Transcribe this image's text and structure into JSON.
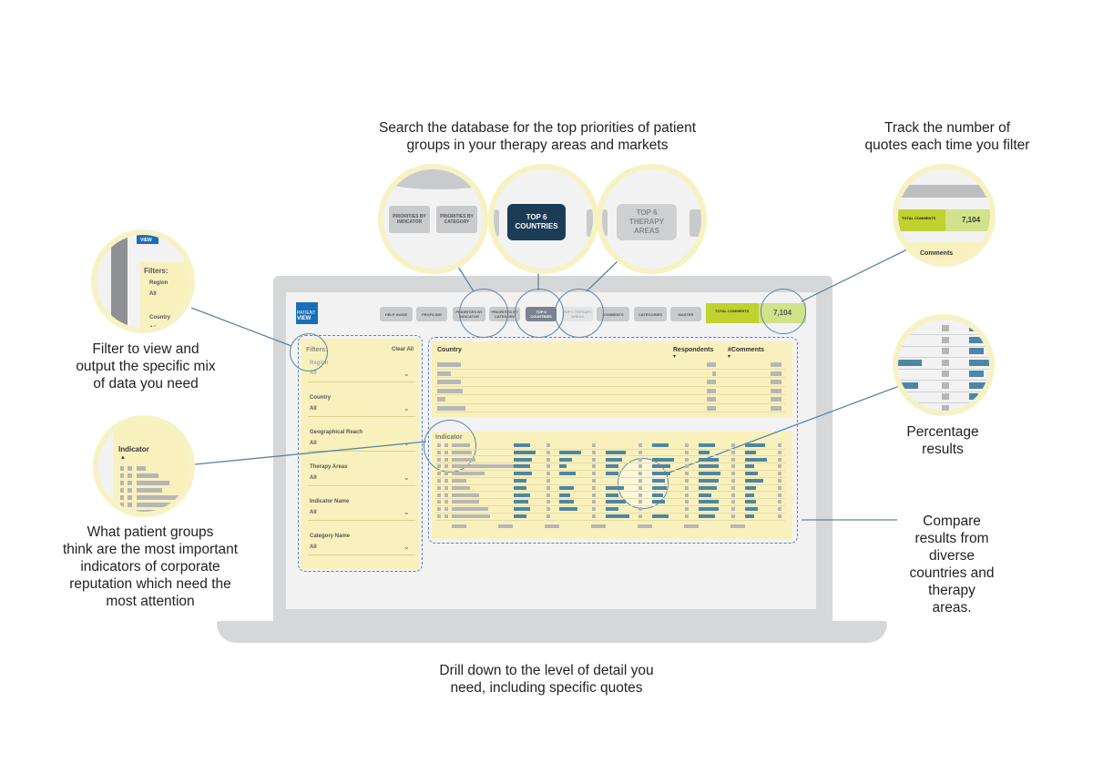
{
  "callouts": {
    "search": [
      "Search the database for the top priorities of patient",
      "groups in your therapy areas and markets"
    ],
    "track": [
      "Track the number of",
      "quotes each time you filter"
    ],
    "filter": [
      "Filter to view and",
      "output the specific mix",
      "of data you need"
    ],
    "indicators": [
      "What patient groups",
      "think are the most important",
      "indicators of corporate",
      "reputation which need the",
      "most attention"
    ],
    "percentage": [
      "Percentage",
      "results"
    ],
    "compare": [
      "Compare",
      "results from",
      "diverse",
      "countries and",
      "therapy",
      "areas."
    ],
    "drill": [
      "Drill down to the level of detail you",
      "need, including specific quotes"
    ]
  },
  "app": {
    "logo": {
      "line1": "PATIENT",
      "line2": "VIEW"
    },
    "nav": [
      {
        "label": "HELP GUIDE"
      },
      {
        "label": "PROFILING"
      },
      {
        "label": "PRIORITIES BY INDICATOR"
      },
      {
        "label": "PRIORITIES BY CATEGORY"
      },
      {
        "label": "TOP 6 COUNTRIES"
      },
      {
        "label": "TOP 6 THERAPY AREAS"
      },
      {
        "label": "COMMENTS"
      },
      {
        "label": "CATEGORIES"
      },
      {
        "label": "MASTER"
      }
    ],
    "total": {
      "label": "TOTAL COMMENTS",
      "value": "7,104"
    },
    "filters": {
      "title": "Filters:",
      "clear": "Clear All",
      "items": [
        {
          "label": "Region",
          "value": "All"
        },
        {
          "label": "Country",
          "value": "All"
        },
        {
          "label": "Geographical Reach",
          "value": "All"
        },
        {
          "label": "Therapy Areas",
          "value": "All"
        },
        {
          "label": "Indicator Name",
          "value": "All"
        },
        {
          "label": "Category Name",
          "value": "All"
        }
      ]
    },
    "country_table": {
      "col1": "Country",
      "col2": "Respondents",
      "col3": "#Comments"
    },
    "indicator_table": {
      "col1": "Indicator"
    }
  },
  "zooms": {
    "nav": {
      "btn1": "PRIORITIES BY INDICATOR",
      "btn2": "PRIORITIES BY CATEGORY",
      "btn3": "TOP 6 COUNTRIES",
      "btn4": "TOP 6 THERAPY AREAS"
    },
    "total": {
      "label": "TOTAL COMMENTS",
      "value": "7,104",
      "sub": "Comments"
    },
    "filters": {
      "logo": "VIEW",
      "title": "Filters:",
      "region": "Region",
      "region_val": "All",
      "country": "Country",
      "country_val": "All"
    },
    "indicator": {
      "title": "Indicator"
    }
  },
  "colors": {
    "accent_blue": "#4d86a4",
    "panel_yellow": "#f9f1bd",
    "active_nav": "#1c3b55",
    "total_green": "#bfd230"
  }
}
